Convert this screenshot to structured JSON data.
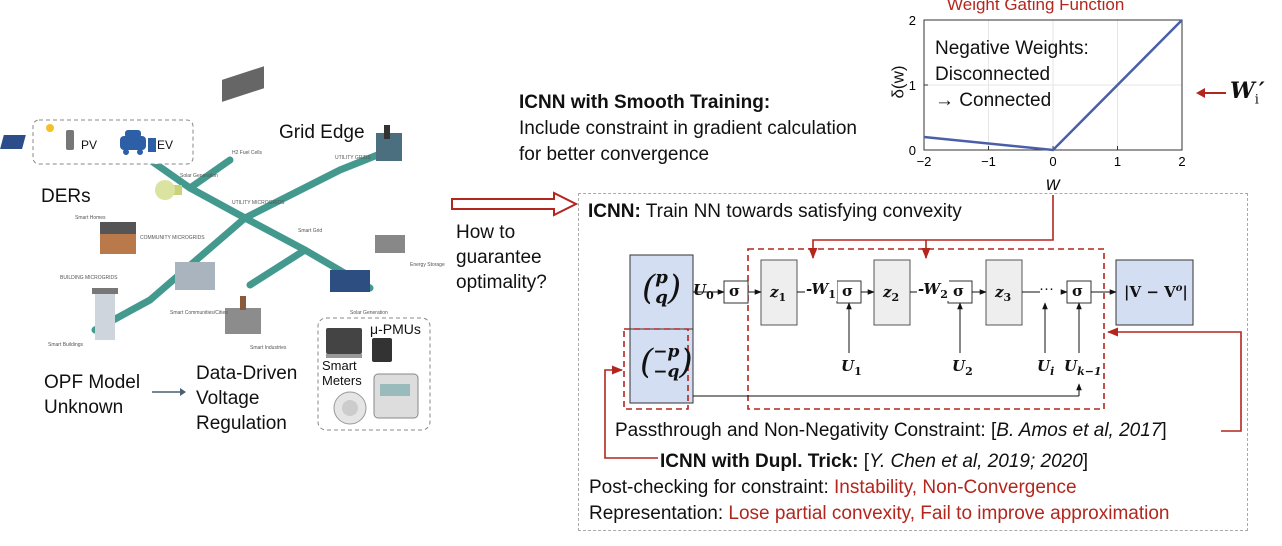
{
  "left_panel": {
    "legend": {
      "pv": "PV",
      "ev": "EV"
    },
    "ders": "DERs",
    "grid_edge": "Grid Edge",
    "map_labels": {
      "h2": "H2 Fuel Cells",
      "solar_top": "Solar Generation",
      "utility_grids": "UTILITY GRIDS",
      "utility_microgrids": "UTILITY MICROGRIDS",
      "smart_homes": "Smart Homes",
      "community": "COMMUNITY MICROGRIDS",
      "smart_grid": "Smart Grid",
      "energy_storage": "Energy Storage",
      "building": "BUILDING MICROGRIDS",
      "solar_bottom": "Solar Generation",
      "communities": "Smart Communities/Cities",
      "smart_industries": "Smart Industries",
      "smart_buildings": "Smart Buildings"
    },
    "pmus": "μ-PMUs",
    "smart_meters": [
      "Smart",
      "Meters"
    ],
    "opf": [
      "OPF Model",
      "Unknown"
    ],
    "data_driven": [
      "Data-Driven",
      "Voltage",
      "Regulation"
    ]
  },
  "question": [
    "How to",
    "guarantee",
    "optimality?"
  ],
  "smooth": {
    "title": "ICNN with Smooth Training:",
    "lines": [
      "Include constraint in gradient calculation",
      "for better convergence"
    ]
  },
  "weight_symbol": "W",
  "weight_sub": "i",
  "weight_prime": "′",
  "chart_data": {
    "type": "line",
    "title": "Weight Gating Function",
    "xlabel": "w",
    "ylabel": "δ(w)",
    "x": [
      -2,
      0,
      2
    ],
    "y": [
      0.2,
      0,
      2
    ],
    "xlim": [
      -2,
      2
    ],
    "ylim": [
      0,
      2
    ],
    "xticks": [
      "−2",
      "−1",
      "0",
      "1",
      "2"
    ],
    "yticks": [
      "0",
      "1",
      "2"
    ],
    "annotation": [
      "Negative Weights:",
      "Disconnected",
      "→ Connected"
    ],
    "color": "#4a5fa8"
  },
  "icnn": {
    "title_bold": "ICNN:",
    "title_rest": " Train NN towards satisfying convexity",
    "input_top": [
      "p",
      "q"
    ],
    "input_bottom": [
      "−p",
      "−q"
    ],
    "sigma": "σ",
    "nodes": {
      "u0": "U",
      "u0_sub": "0",
      "z1": "z",
      "z1_sub": "1",
      "w1": "W",
      "w1_sub": "1",
      "z2": "z",
      "z2_sub": "2",
      "w2": "W",
      "w2_sub": "2",
      "z3": "z",
      "z3_sub": "3",
      "dots": "···",
      "u1": "U",
      "u1_sub": "1",
      "u2": "U",
      "u2_sub": "2",
      "ui": "U",
      "ui_sub": "i",
      "uk": "U",
      "uk_sub": "k−1"
    },
    "output": "|V − V",
    "output_sup": "o",
    "output_end": "|",
    "passthrough": "Passthrough and Non-Negativity Constraint: [",
    "passthrough_cite": "B. Amos et al, 2017",
    "passthrough_end": "]",
    "dupl_bold": "ICNN with Dupl. Trick:",
    "dupl_rest": " [",
    "dupl_cite": "Y. Chen et al, 2019; 2020",
    "dupl_end": "]",
    "post_label": "Post-checking for constraint: ",
    "post_issue": "Instability, Non-Convergence",
    "repr_label": "Representation: ",
    "repr_issue": "Lose partial convexity, Fail to improve approximation"
  },
  "colors": {
    "accent": "#b3261e",
    "box_blue": "#d3def2",
    "node_gray": "#eeeeee"
  }
}
